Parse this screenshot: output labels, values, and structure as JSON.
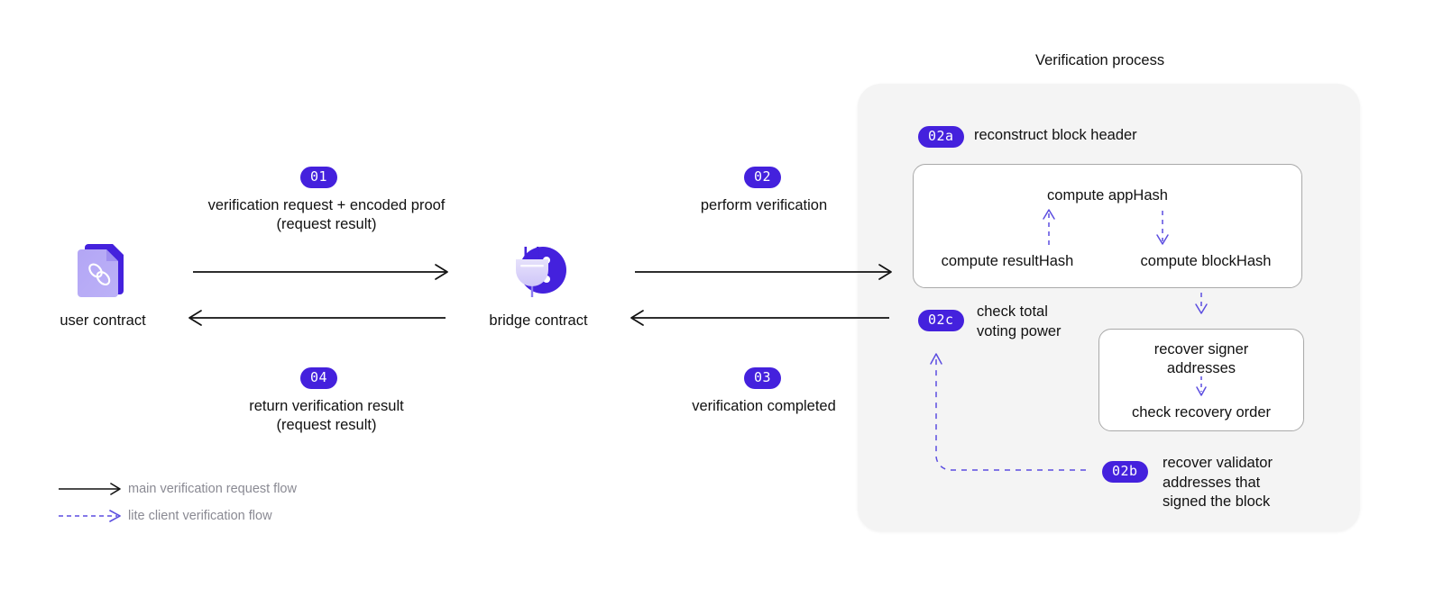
{
  "diagram": {
    "title_right": "Verification process",
    "nodes": [
      {
        "id": "user-contract",
        "caption": "user contract",
        "icon": "document-chain-link-icon"
      },
      {
        "id": "bridge-contract",
        "caption": "bridge contract",
        "icon": "plug-socket-icon"
      }
    ],
    "steps": [
      {
        "id": "01",
        "badge": "01",
        "label": "verification request + encoded proof\n(request result)"
      },
      {
        "id": "02",
        "badge": "02",
        "label": "perform verification"
      },
      {
        "id": "03",
        "badge": "03",
        "label": "verification completed"
      },
      {
        "id": "04",
        "badge": "04",
        "label": "return verification result\n(request result)"
      }
    ],
    "verification": {
      "substeps": [
        {
          "id": "02a",
          "badge": "02a",
          "label": "reconstruct block header"
        },
        {
          "id": "02b",
          "badge": "02b",
          "label": "recover validator\naddresses that\nsigned the block"
        },
        {
          "id": "02c",
          "badge": "02c",
          "label": "check total\nvoting power"
        }
      ],
      "box_a": {
        "top": "compute appHash",
        "bottom_left": "compute resultHash",
        "bottom_right": "compute blockHash"
      },
      "box_b": {
        "top": "recover signer\naddresses",
        "bottom": "check recovery order"
      }
    },
    "legend": [
      {
        "id": "solid",
        "label": "main verification request flow",
        "style": "solid",
        "color": "#111111"
      },
      {
        "id": "dashed",
        "label": "lite client verification flow",
        "style": "dashed",
        "color": "#5b4de0"
      }
    ],
    "colors": {
      "badge": "#4421dd",
      "dashed_flow": "#5b4de0",
      "solid_flow": "#111111",
      "panel_bg": "#f4f4f4",
      "box_border": "#a9a9a9",
      "legend_text": "#8a8a93"
    }
  }
}
